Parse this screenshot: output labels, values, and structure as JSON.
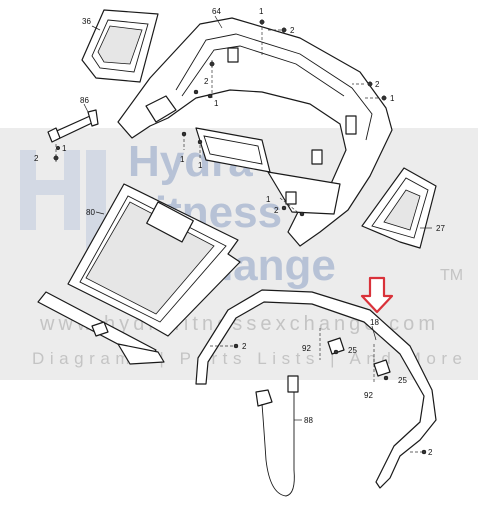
{
  "watermark": {
    "brand_lines": [
      "Hydra",
      "Fitness",
      "Exchange"
    ],
    "trademark": "TM",
    "url": "www.hydrafitnessexchange.com",
    "tagline": "Diagrams | Parts Lists | And More"
  },
  "callouts": {
    "c36": "36",
    "c64": "64",
    "c1a": "1",
    "c2a": "2",
    "c2b": "2",
    "c1b": "1",
    "c2c": "2",
    "c1c": "1",
    "c86": "86",
    "c2d": "2",
    "c1d": "1",
    "c1e": "1",
    "c1f": "1",
    "c2e": "2",
    "c1g": "1",
    "c80": "80",
    "c27": "27",
    "c18": "18",
    "c2f": "2",
    "c92a": "92",
    "c25a": "25",
    "c25b": "25",
    "c92b": "92",
    "c88": "88",
    "c2g": "2"
  },
  "colors": {
    "watermark_band": "#e8e8e8",
    "watermark_logo": "#b7c2d6",
    "watermark_text": "#c4c4c4",
    "arrow": "#d9323a",
    "line": "#1a1a1a"
  }
}
